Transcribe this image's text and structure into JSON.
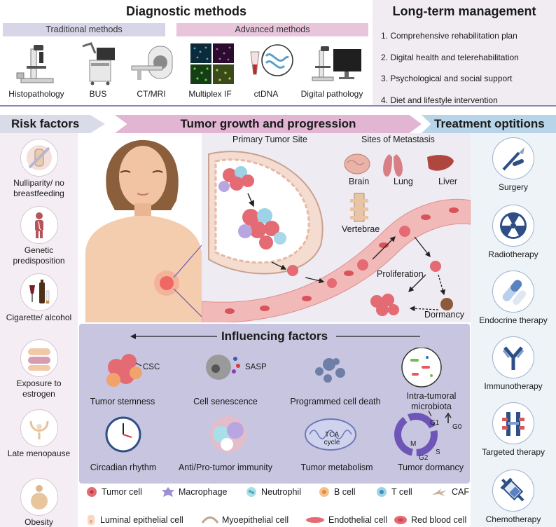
{
  "diagnostic": {
    "title": "Diagnostic methods",
    "traditional_label": "Traditional methods",
    "advanced_label": "Advanced methods",
    "methods": [
      {
        "label": "Histopathology",
        "icon": "microscope-icon"
      },
      {
        "label": "BUS",
        "icon": "ultrasound-machine-icon"
      },
      {
        "label": "CT/MRI",
        "icon": "ct-scanner-icon"
      },
      {
        "label": "Multiplex IF",
        "icon": "fluorescence-image-icon"
      },
      {
        "label": "ctDNA",
        "icon": "dna-tube-icon"
      },
      {
        "label": "Digital pathology",
        "icon": "digital-microscope-icon"
      }
    ]
  },
  "long_term": {
    "title": "Long-term management",
    "items": [
      "1. Comprehensive rehabilitation plan",
      "2. Digital health and telerehabilitation",
      "3. Psychological and social support",
      "4. Diet and lifestyle intervention"
    ]
  },
  "headers": {
    "risk": "Risk factors",
    "growth": "Tumor growth and progression",
    "treatment": "Treatment optitions"
  },
  "risk_factors": [
    {
      "label": "Nulliparity/ no breastfeeding",
      "icon": "baby-bottle-crossed-icon"
    },
    {
      "label": "Genetic predisposition",
      "icon": "genetic-body-icon"
    },
    {
      "label": "Cigarette/ alcohol",
      "icon": "cigarette-alcohol-icon"
    },
    {
      "label": "Exposure to estrogen",
      "icon": "estrogen-pills-icon"
    },
    {
      "label": "Late menopause",
      "icon": "pelvis-icon"
    },
    {
      "label": "Obesity",
      "icon": "obesity-icon"
    }
  ],
  "treatments": [
    {
      "label": "Surgery",
      "icon": "scalpel-icon"
    },
    {
      "label": "Radiotherapy",
      "icon": "radiation-icon"
    },
    {
      "label": "Endocrine therapy",
      "icon": "capsules-icon"
    },
    {
      "label": "Immunotherapy",
      "icon": "antibody-icon"
    },
    {
      "label": "Targeted therapy",
      "icon": "targeted-receptor-icon"
    },
    {
      "label": "Chemotherapy",
      "icon": "syringe-icon"
    }
  ],
  "tumor": {
    "primary_label": "Primary Tumor Site",
    "metastasis_label": "Sites of Metastasis",
    "sites": [
      "Brain",
      "Lung",
      "Liver",
      "Vertebrae"
    ],
    "proliferation": "Proliferation",
    "dormancy": "Dormancy"
  },
  "influencing": {
    "title": "Influencing factors",
    "csc": "CSC",
    "sasp": "SASP",
    "tca": "TCA cycle",
    "cycle_phases": {
      "g1": "G1",
      "s": "S",
      "g2": "G2",
      "m": "M",
      "g0": "G0"
    },
    "factors": [
      "Tumor stemness",
      "Cell senescence",
      "Programmed cell death",
      "Intra-tumoral microbiota",
      "Circadian rhythm",
      "Anti/Pro-tumor immunity",
      "Tumor metabolism",
      "Tumor dormancy"
    ]
  },
  "legend": {
    "row1": [
      "Tumor cell",
      "Macrophage",
      "Neutrophil",
      "B cell",
      "T cell",
      "CAF"
    ],
    "row2": [
      "Luminal epithelial cell",
      "Myoepithelial cell",
      "Endothelial cell",
      "Red blood cell"
    ]
  },
  "colors": {
    "tumor": "#e46a73",
    "risk_bg": "#f4edf3",
    "treat_bg": "#eef3f8",
    "influence_bg": "#c8c5e0",
    "vessel": "#f2b9b9"
  }
}
